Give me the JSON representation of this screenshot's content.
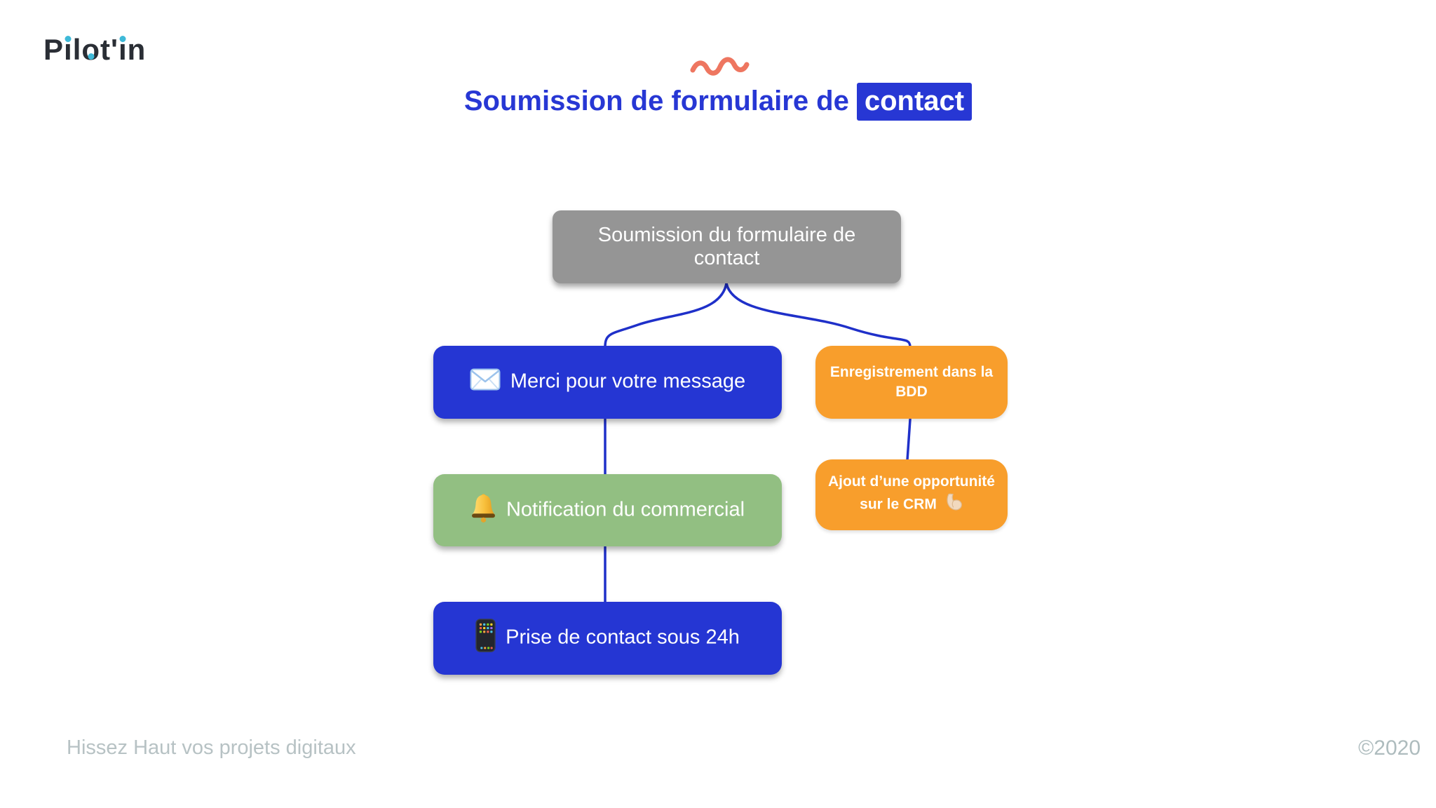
{
  "brand": {
    "logo_text": "Pilot'in",
    "logo_parts": {
      "p": "P",
      "i1": "ı",
      "l": "l",
      "o": "o",
      "t_apos": "t'",
      "i2": "ı",
      "n": "n"
    },
    "logo_color": "#2A2E35",
    "logo_dot_color": "#3EB9D8"
  },
  "header": {
    "title_prefix": "Soumission de formulaire de",
    "title_highlight": "contact",
    "title_color": "#2737D4",
    "squiggle_color": "#EE7660"
  },
  "flow": {
    "connector_color": "#1F30C9",
    "root": {
      "label": "Soumission du formulaire de contact",
      "color": "#959595"
    },
    "left": [
      {
        "label": "Merci pour votre message",
        "icon": "envelope-icon",
        "color": "#2536D3"
      },
      {
        "label": "Notification du commercial",
        "icon": "bell-icon",
        "color": "#92BF82"
      },
      {
        "label": "Prise de contact sous 24h",
        "icon": "phone-icon",
        "color": "#2536D3"
      }
    ],
    "right": [
      {
        "label": "Enregistrement dans la BDD",
        "color": "#F89E2C"
      },
      {
        "label": "Ajout d’une opportunité sur le CRM",
        "icon": "bicep-icon",
        "color": "#F89E2C"
      }
    ]
  },
  "footer": {
    "tagline": "Hissez Haut vos projets digitaux",
    "copyright": "©2020",
    "color": "#B7C2C4"
  }
}
